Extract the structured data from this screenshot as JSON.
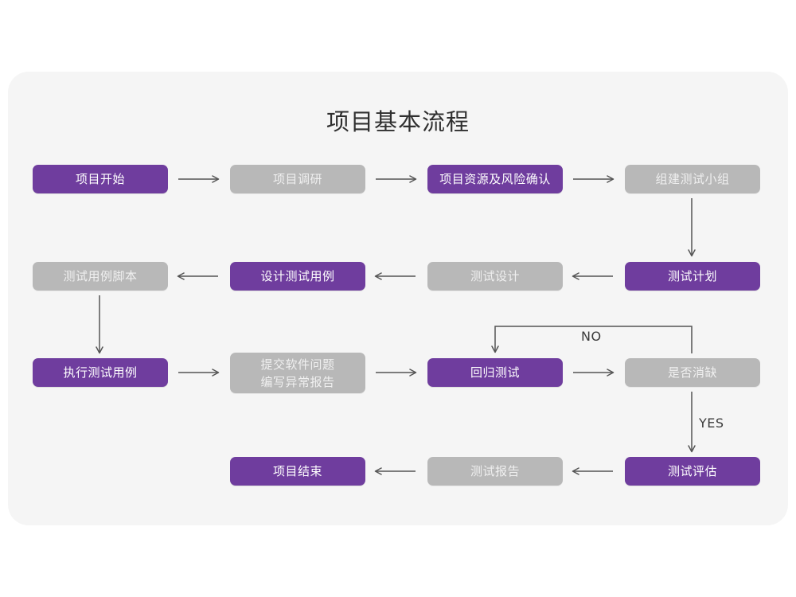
{
  "page": {
    "title": "项目基本流程",
    "background_color": "#ffffff",
    "panel_color": "#f5f5f5"
  },
  "palette": {
    "active": "#6f3d9e",
    "inactive": "#b8b8b8",
    "arrow": "#555555",
    "title_text": "#2f2f2f"
  },
  "nodes": [
    {
      "id": "n1",
      "label": "项目开始",
      "state": "purple"
    },
    {
      "id": "n2",
      "label": "项目调研",
      "state": "gray"
    },
    {
      "id": "n3",
      "label": "项目资源及风险确认",
      "state": "purple"
    },
    {
      "id": "n4",
      "label": "组建测试小组",
      "state": "gray"
    },
    {
      "id": "n5",
      "label": "测试计划",
      "state": "purple"
    },
    {
      "id": "n6",
      "label": "测试设计",
      "state": "gray"
    },
    {
      "id": "n7",
      "label": "设计测试用例",
      "state": "purple"
    },
    {
      "id": "n8",
      "label": "测试用例脚本",
      "state": "gray"
    },
    {
      "id": "n9",
      "label": "执行测试用例",
      "state": "purple"
    },
    {
      "id": "n10",
      "label": "提交软件问题\n编写异常报告",
      "state": "gray"
    },
    {
      "id": "n11",
      "label": "回归测试",
      "state": "purple"
    },
    {
      "id": "n12",
      "label": "是否消缺",
      "state": "gray"
    },
    {
      "id": "n13",
      "label": "测试评估",
      "state": "purple"
    },
    {
      "id": "n14",
      "label": "测试报告",
      "state": "gray"
    },
    {
      "id": "n15",
      "label": "项目结束",
      "state": "purple"
    }
  ],
  "edge_labels": {
    "no": "NO",
    "yes": "YES"
  }
}
